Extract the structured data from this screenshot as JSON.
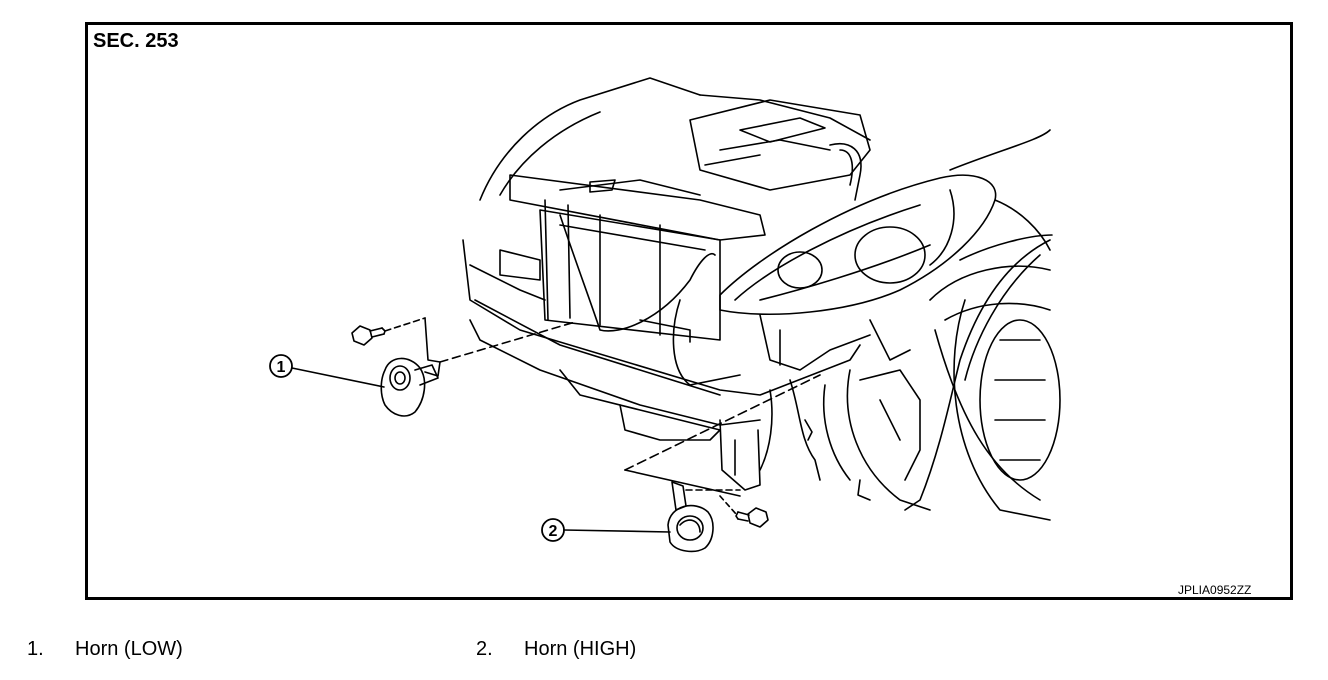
{
  "figure": {
    "section_label": "SEC. 253",
    "figure_code": "JPLIA0952ZZ",
    "callouts": [
      {
        "id": "1",
        "name": "horn-low"
      },
      {
        "id": "2",
        "name": "horn-high"
      }
    ]
  },
  "legend": {
    "items": [
      {
        "number": "1.",
        "label": "Horn (LOW)"
      },
      {
        "number": "2.",
        "label": "Horn (HIGH)"
      }
    ]
  },
  "colors": {
    "line": "#000000",
    "background": "#ffffff"
  }
}
